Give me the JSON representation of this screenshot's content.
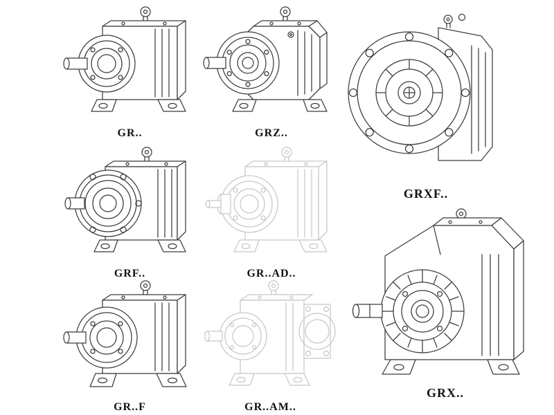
{
  "figures": [
    {
      "id": "gr",
      "label": "GR.."
    },
    {
      "id": "grz",
      "label": "GRZ.."
    },
    {
      "id": "grxf",
      "label": "GRXF.."
    },
    {
      "id": "grf",
      "label": "GRF.."
    },
    {
      "id": "gr-ad",
      "label": "GR..AD.."
    },
    {
      "id": "gr-f",
      "label": "GR..F"
    },
    {
      "id": "gr-am",
      "label": "GR..AM.."
    },
    {
      "id": "grx",
      "label": "GRX.."
    }
  ],
  "style": {
    "background": "#ffffff",
    "line_color": "#3b3b3b",
    "faint_line_color": "#c7c7c7",
    "label_color": "#111111"
  }
}
